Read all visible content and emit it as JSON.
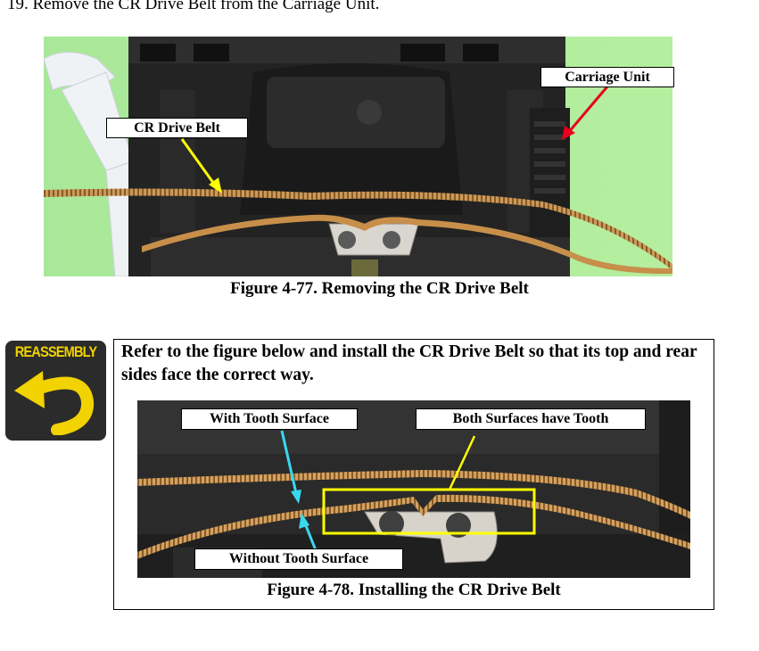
{
  "step": {
    "text": "19.  Remove the CR Drive Belt from the Carriage Unit."
  },
  "figure1": {
    "caption": "Figure 4-77.  Removing the CR Drive Belt",
    "callouts": {
      "carriage_unit": "Carriage Unit",
      "cr_drive_belt": "CR Drive Belt"
    }
  },
  "reassembly": {
    "badge_label": "REASSEMBLY",
    "note": "Refer to the figure below and install the CR Drive Belt so that its top and rear sides face the correct way."
  },
  "figure2": {
    "caption": "Figure 4-78.  Installing the CR Drive Belt",
    "callouts": {
      "with_tooth": "With Tooth Surface",
      "both_surfaces": "Both Surfaces have Tooth",
      "without_tooth": "Without Tooth Surface"
    }
  },
  "colors": {
    "badge_yellow": "#f2d200",
    "arrow_red": "#e8001c",
    "arrow_yellow": "#ffff00",
    "arrow_cyan": "#39d8f0"
  }
}
